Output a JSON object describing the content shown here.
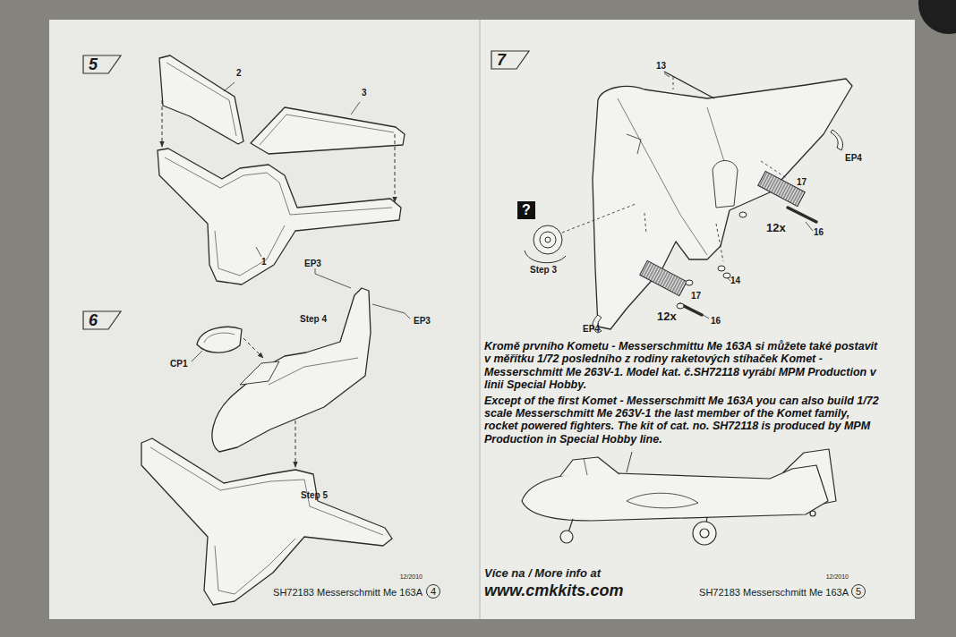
{
  "diagram": {
    "nodes": [
      {
        "text": [
          "5"
        ]
      },
      {
        "text": [
          "6"
        ]
      },
      {
        "text": [
          "4"
        ]
      },
      {
        "text": [
          "7"
        ]
      },
      {
        "text": [
          "?"
        ]
      },
      {
        "text": [
          "5"
        ]
      }
    ],
    "edges": [],
    "labels": [
      "2",
      "3",
      "1",
      "EP3",
      "EP3",
      "Step 4",
      "CP1",
      "Step 5",
      "12/2010",
      "SH72183 Messerschmitt Me 163A",
      "13",
      "EP4",
      "17",
      "12x",
      "16",
      "Step 3",
      "14",
      "17",
      "12x",
      "16",
      "EP4",
      "Kromě prvního Kometu - Messerschmittu Me 163A si můžete také postavit v měřítku 1/72 posledního z rodiny raketových stíhaček Komet - Messerschmitt Me 263V-1. Model kat. č.SH72118 vyrábí MPM Production v linii Special Hobby.",
      "Except of the first Komet - Messerschmitt Me 163A you can also build 1/72 scale Messerschmitt Me 263V-1 the last member of the Komet family, rocket powered fighters. The kit of cat. no. SH72118 is produced by MPM Production in Special Hobby line.",
      "Více na / More info at",
      "www.cmkkits.com",
      "12/2010",
      "SH72183 Messerschmitt Me 163A"
    ]
  }
}
